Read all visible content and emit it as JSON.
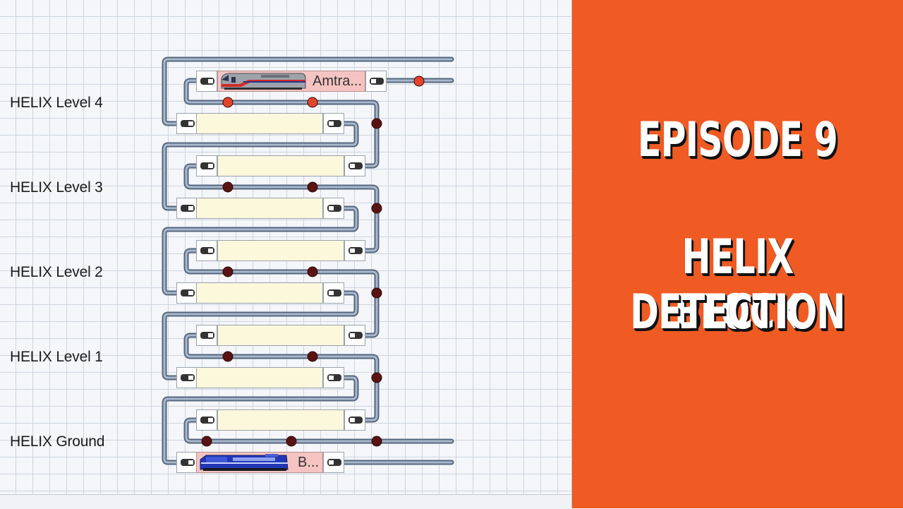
{
  "levels": [
    {
      "label": "HELIX Level 4"
    },
    {
      "label": "HELIX Level 3"
    },
    {
      "label": "HELIX Level 2"
    },
    {
      "label": "HELIX Level 1"
    },
    {
      "label": "HELIX Ground"
    }
  ],
  "trains": {
    "top": {
      "label": "Amtra..."
    },
    "bottom": {
      "label": "B..."
    }
  },
  "promo": {
    "episode": "EPISODE 9",
    "title_line1": "HELIX BLOCK",
    "title_line2": "DETECTION"
  },
  "colors": {
    "promo_bg": "#f05a23",
    "track": "#8596ad",
    "sensor_active": "#e5432a",
    "sensor_idle": "#5a1212",
    "occupied_block": "#f5c4c2",
    "free_block": "#fbf8dc"
  }
}
